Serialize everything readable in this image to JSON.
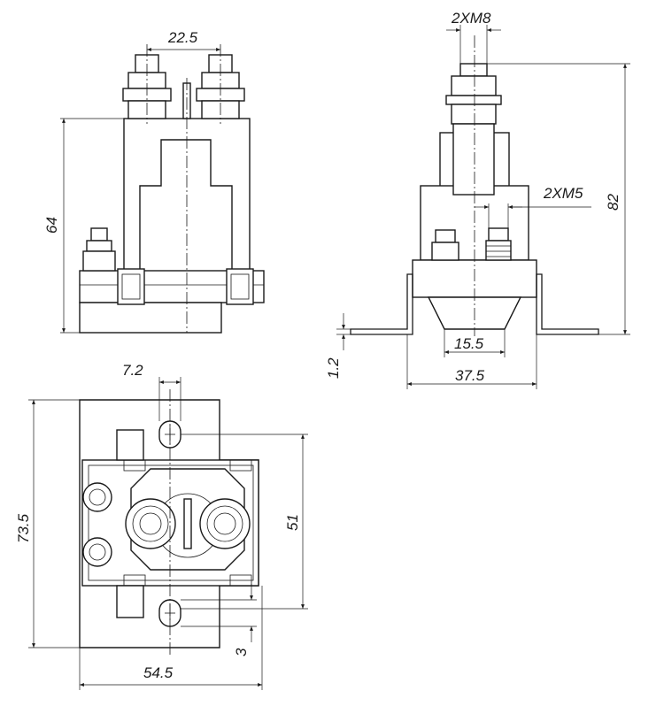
{
  "dimensions": {
    "terminal_spacing": "22.5",
    "main_thread": "2XM8",
    "coil_thread": "2XM5",
    "height_body": "64",
    "height_total": "82",
    "bracket_thickness": "1.2",
    "coil_spacing": "15.5",
    "width_side": "37.5",
    "slot_width": "7.2",
    "length_overall": "73.5",
    "hole_spacing": "51",
    "slot_offset": "3",
    "width_base": "54.5"
  },
  "colors": {
    "line": "#1a1a1a",
    "background": "#ffffff"
  }
}
